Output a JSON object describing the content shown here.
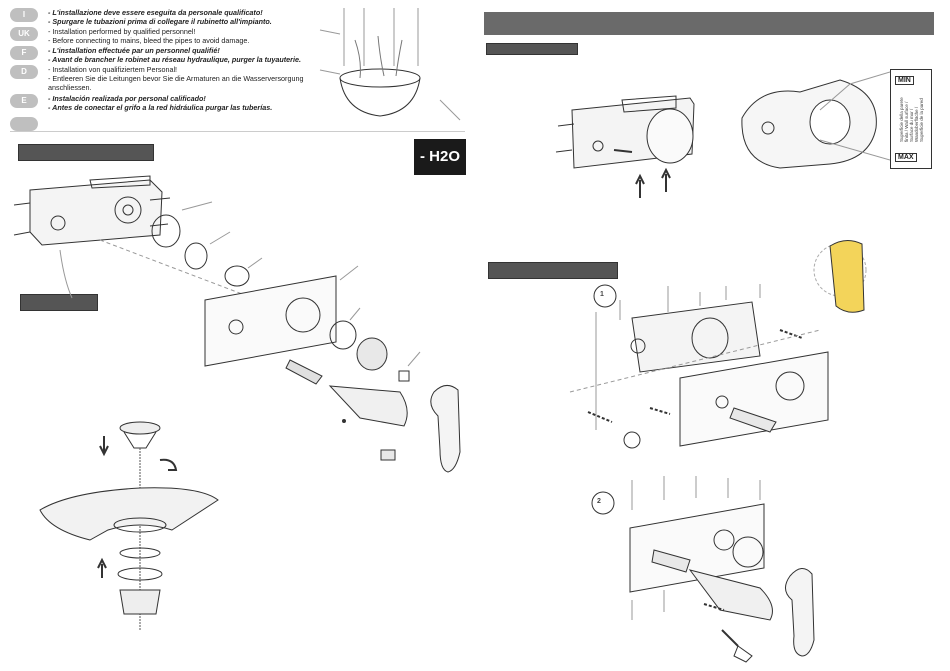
{
  "languages": [
    {
      "code": "I",
      "lines": [
        {
          "text": "- L'installazione deve essere eseguita da personale qualificato!",
          "bold": true
        },
        {
          "text": "- Spurgare le tubazioni prima di collegare il rubinetto all'impianto.",
          "bold": true
        }
      ]
    },
    {
      "code": "UK",
      "lines": [
        {
          "text": "- Installation performed by qualified personnel!",
          "bold": false
        },
        {
          "text": "- Before connecting to mains, bleed the pipes to avoid damage.",
          "bold": false
        }
      ]
    },
    {
      "code": "F",
      "lines": [
        {
          "text": "- L'installation effectuée par un personnel qualifié!",
          "bold": true
        },
        {
          "text": "- Avant de brancher le robinet au réseau hydraulique, purger la tuyauterie.",
          "bold": true
        }
      ]
    },
    {
      "code": "D",
      "lines": [
        {
          "text": "- Installation von qualifiziertem Personal!",
          "bold": false
        },
        {
          "text": "- Entleeren Sie die Leitungen bevor Sie die Armaturen an die Wasserversorgung",
          "bold": false
        },
        {
          "text": "anschliessen.",
          "bold": false
        }
      ]
    },
    {
      "code": "E",
      "lines": [
        {
          "text": "- Instalación realizada por personal calificado!",
          "bold": true
        },
        {
          "text": "- Antes de conectar el grifo a la red hidráulica purgar las tuberías.",
          "bold": true
        }
      ]
    },
    {
      "code": "",
      "lines": []
    }
  ],
  "h2o_label": "- H2O",
  "minmax": {
    "min": "MIN",
    "max": "MAX",
    "middle": "Superficie della parete finita / Wall surface / Surface du mur / Wandoberfläche / Superficie de la pared"
  },
  "steps": [
    "1",
    "2"
  ]
}
